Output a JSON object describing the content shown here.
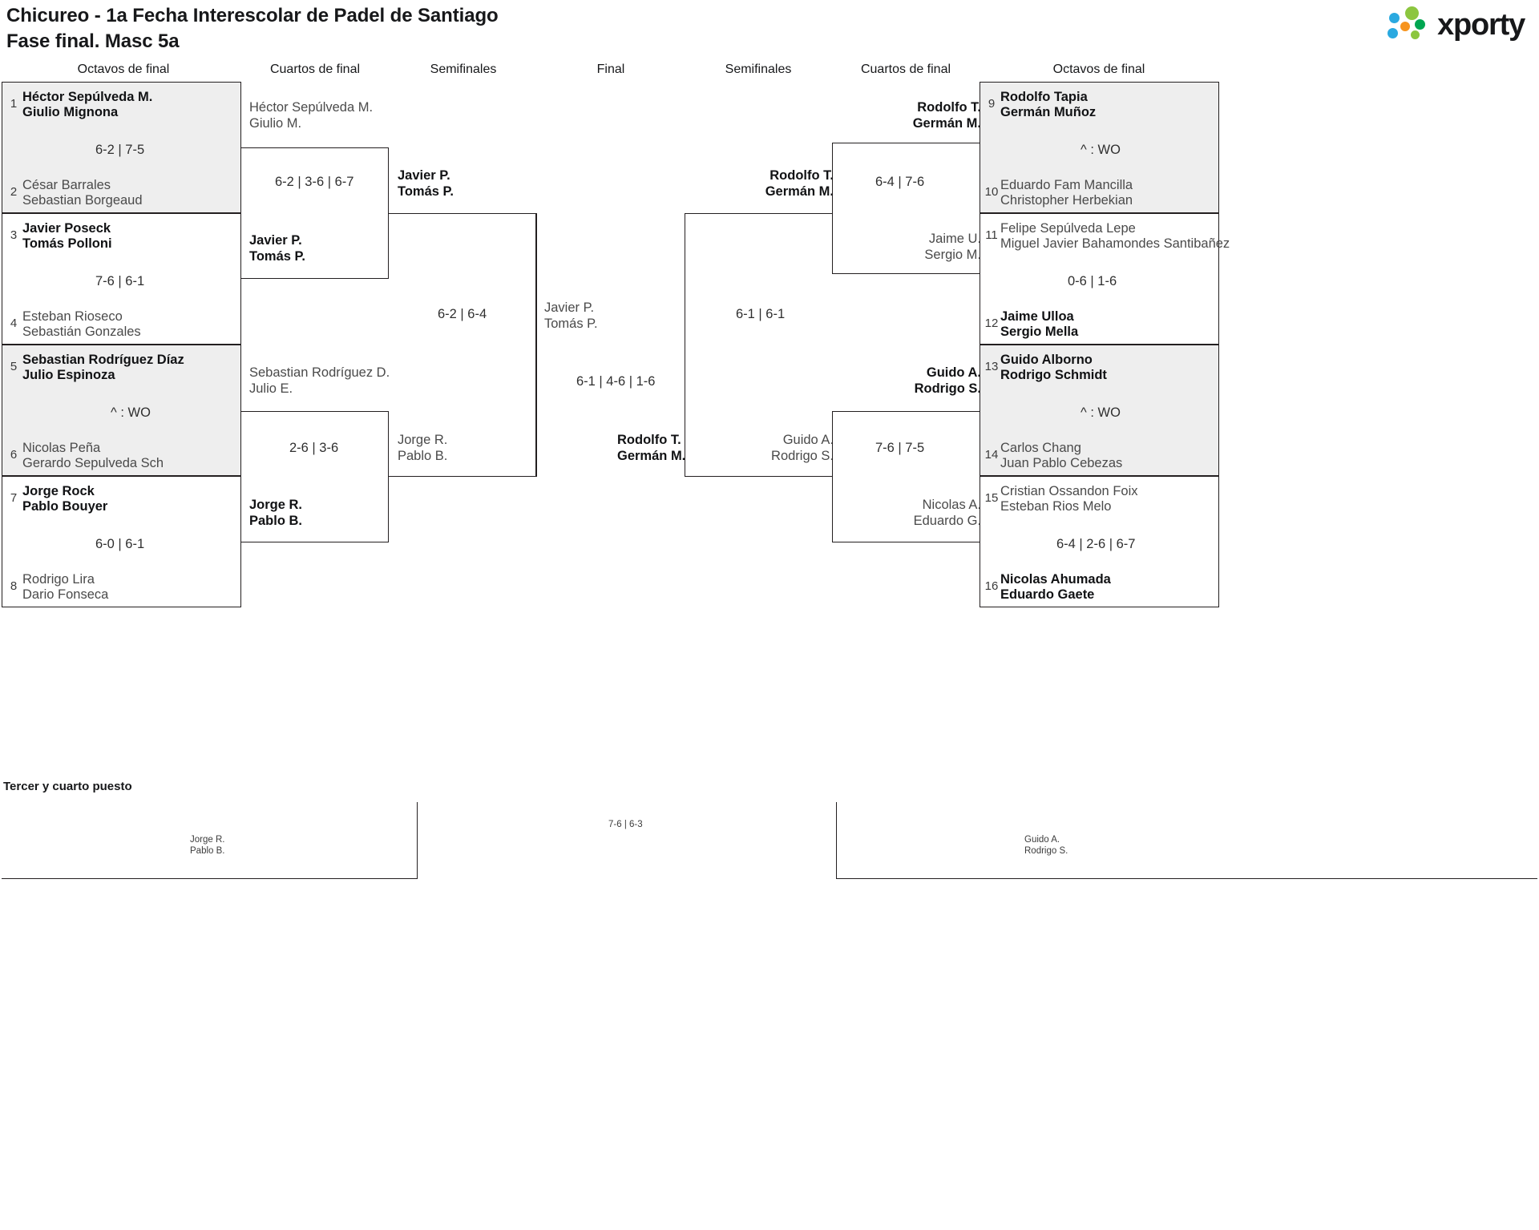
{
  "header": {
    "title_line1": "Chicureo - 1a Fecha Interescolar de Padel de Santiago",
    "title_line2": "Fase final. Masc 5a",
    "logo_word": "xporty",
    "logo_colors": [
      "#8cc63f",
      "#2aa9e0",
      "#f7941e",
      "#00a651"
    ]
  },
  "round_headers": {
    "left_r16": "Octavos de final",
    "left_qf": "Cuartos de final",
    "left_sf": "Semifinales",
    "final": "Final",
    "right_sf": "Semifinales",
    "right_qf": "Cuartos de final",
    "right_r16": "Octavos de final"
  },
  "left_r16": [
    {
      "seed_a": "1",
      "a1": "Héctor Sepúlveda M.",
      "a2": "Giulio Mignona",
      "a_win": true,
      "seed_b": "2",
      "b1": "César Barrales",
      "b2": "Sebastian Borgeaud",
      "b_win": false,
      "score": "6-2 | 7-5",
      "shaded": true
    },
    {
      "seed_a": "3",
      "a1": "Javier Poseck",
      "a2": "Tomás Polloni",
      "a_win": true,
      "seed_b": "4",
      "b1": "Esteban Rioseco",
      "b2": "Sebastián Gonzales",
      "b_win": false,
      "score": "7-6 | 6-1",
      "shaded": false
    },
    {
      "seed_a": "5",
      "a1": "Sebastian Rodríguez Díaz",
      "a2": "Julio Espinoza",
      "a_win": true,
      "seed_b": "6",
      "b1": "Nicolas Peña",
      "b2": "Gerardo Sepulveda Sch",
      "b_win": false,
      "score": "^ : WO",
      "shaded": true
    },
    {
      "seed_a": "7",
      "a1": "Jorge Rock",
      "a2": "Pablo Bouyer",
      "a_win": true,
      "seed_b": "8",
      "b1": "Rodrigo Lira",
      "b2": "Dario Fonseca",
      "b_win": false,
      "score": "6-0 | 6-1",
      "shaded": false
    }
  ],
  "right_r16": [
    {
      "seed_a": "9",
      "a1": "Rodolfo Tapia",
      "a2": "Germán Muñoz",
      "a_win": true,
      "seed_b": "10",
      "b1": "Eduardo Fam Mancilla",
      "b2": "Christopher Herbekian",
      "b_win": false,
      "score": "^ : WO",
      "shaded": true
    },
    {
      "seed_a": "11",
      "a1": "Felipe Sepúlveda Lepe",
      "a2": "Miguel Javier Bahamondes Santibañez",
      "a_win": false,
      "seed_b": "12",
      "b1": "Jaime Ulloa",
      "b2": "Sergio Mella",
      "b_win": true,
      "score": "0-6 | 1-6",
      "shaded": false
    },
    {
      "seed_a": "13",
      "a1": "Guido Alborno",
      "a2": "Rodrigo Schmidt",
      "a_win": true,
      "seed_b": "14",
      "b1": "Carlos Chang",
      "b2": "Juan Pablo Cebezas",
      "b_win": false,
      "score": "^ : WO",
      "shaded": true
    },
    {
      "seed_a": "15",
      "a1": "Cristian Ossandon Foix",
      "a2": "Esteban Rios Melo",
      "a_win": false,
      "seed_b": "16",
      "b1": "Nicolas Ahumada",
      "b2": "Eduardo Gaete",
      "b_win": true,
      "score": "6-4 | 2-6 | 6-7",
      "shaded": false
    }
  ],
  "left_qf": [
    {
      "top1": "Héctor Sepúlveda M.",
      "top2": "Giulio M.",
      "top_win": false,
      "bot1": "Javier P.",
      "bot2": "Tomás P.",
      "bot_win": true,
      "score": "6-2 | 3-6 | 6-7"
    },
    {
      "top1": "Sebastian Rodríguez D.",
      "top2": "Julio E.",
      "top_win": false,
      "bot1": "Jorge R.",
      "bot2": "Pablo B.",
      "bot_win": true,
      "score": "2-6 | 3-6"
    }
  ],
  "left_sf": [
    {
      "top1": "Javier P.",
      "top2": "Tomás P.",
      "top_win": true,
      "bot1": "Jorge R.",
      "bot2": "Pablo B.",
      "bot_win": false,
      "score": "6-2 | 6-4"
    }
  ],
  "right_qf": [
    {
      "top1": "Rodolfo T.",
      "top2": "Germán M.",
      "top_win": true,
      "bot1": "Jaime U.",
      "bot2": "Sergio M.",
      "bot_win": false,
      "score": "6-4 | 7-6"
    },
    {
      "top1": "Guido A.",
      "top2": "Rodrigo S.",
      "top_win": true,
      "bot1": "Nicolas A.",
      "bot2": "Eduardo G.",
      "bot_win": false,
      "score": "7-6 | 7-5"
    }
  ],
  "right_sf": [
    {
      "top1": "Rodolfo T.",
      "top2": "Germán M.",
      "top_win": true,
      "bot1": "Guido A.",
      "bot2": "Rodrigo S.",
      "bot_win": false,
      "score": "6-1 | 6-1"
    }
  ],
  "final": {
    "top1": "Javier P.",
    "top2": "Tomás P.",
    "top_win": false,
    "bot1": "Rodolfo T.",
    "bot2": "Germán M.",
    "bot_win": true,
    "score": "6-1 | 4-6 | 1-6"
  },
  "third_place": {
    "title": "Tercer y cuarto puesto",
    "left1": "Jorge R.",
    "left2": "Pablo B.",
    "right1": "Guido A.",
    "right2": "Rodrigo S.",
    "score": "7-6 | 6-3"
  }
}
